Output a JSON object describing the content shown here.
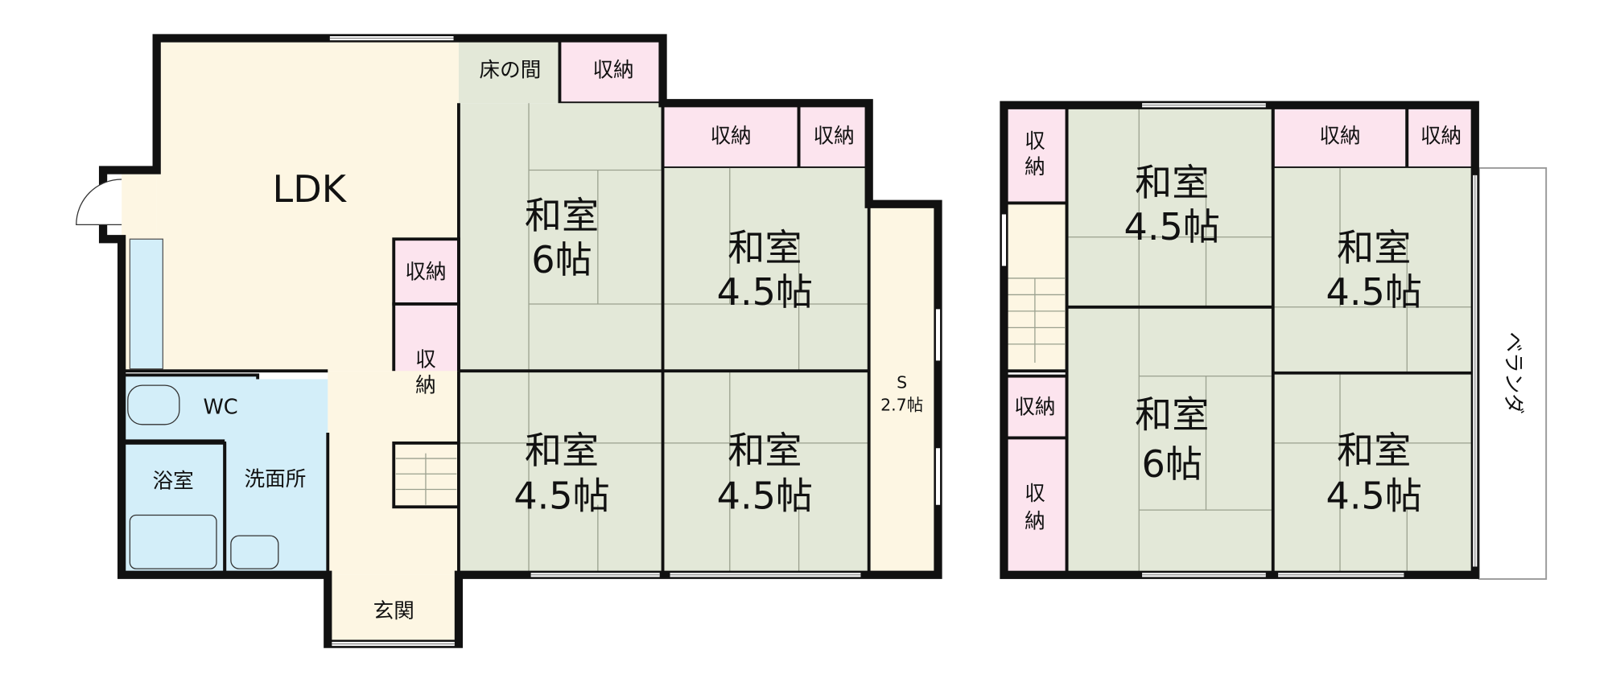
{
  "colors": {
    "ldk": "#FDF6E3",
    "washitsu": "#E3E8D8",
    "storage": "#FCE4EE",
    "water": "#D3EEF9",
    "wall": "#111111"
  },
  "floor1": {
    "ldk": "LDK",
    "tokonoma": "床の間",
    "storage": "収納",
    "storage_vertical_1": "収",
    "storage_vertical_2": "納",
    "room_name": "和室",
    "size_6": "6帖",
    "size_45": "4.5帖",
    "wc": "WC",
    "bath": "浴室",
    "washroom": "洗面所",
    "entrance": "玄関",
    "service_room": "S",
    "service_size": "2.7帖"
  },
  "floor2": {
    "storage": "収納",
    "storage_vertical_1": "収",
    "storage_vertical_2": "納",
    "room_name": "和室",
    "size_6": "6帖",
    "size_45": "4.5帖",
    "veranda": "ベランダ"
  }
}
